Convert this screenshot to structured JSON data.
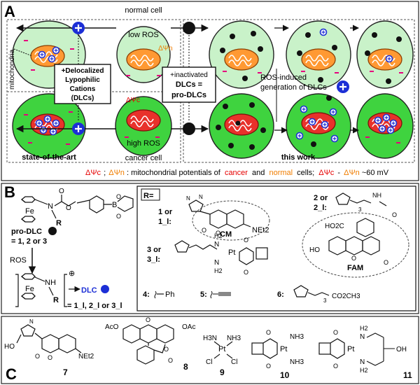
{
  "panel_a": {
    "letter": "A",
    "normal_cell": "normal cell",
    "low_ros": "low ROS",
    "psi_n": "ΔΨn",
    "psi_c": "ΔΨc",
    "mitochondria": "mitochondria",
    "dlc_box": [
      "+Delocalized",
      "Lypophilic",
      "Cations",
      "(DLCs)"
    ],
    "inact_box": [
      "+inactivated",
      "DLCs =",
      "pro-DLCs"
    ],
    "ros_induced": [
      "ROS-induced",
      "generation of DLCs"
    ],
    "high_ros": "high ROS",
    "cancer_cell": "cancer cell",
    "state_of_art": "state-of-the-art",
    "this_work": "this work",
    "legend": {
      "sym_c": "ΔΨc",
      "sep": ";",
      "sym_n": "ΔΨn",
      "mid": ": mitochondrial potentials of",
      "cancer": "cancer",
      "and": "and",
      "normal": "normal",
      "cells": "cells;",
      "eq_c": "ΔΨc",
      "minus": "-",
      "eq_n": "ΔΨn",
      "eq_val": "~60 mV"
    }
  },
  "panel_b": {
    "letter": "B",
    "fe": "Fe",
    "n": "N",
    "o": "O",
    "b": "B",
    "r": "R",
    "pro_dlc": "pro-DLC",
    "pro_dlc_eq": "= 1, 2 or 3",
    "ros": "ROS",
    "nh": "NH",
    "plus": "⊕",
    "dlc": "DLC",
    "dlc_eq": "= 1_l, 2_l or 3_l",
    "r_eq": "R=",
    "label_1": "1 or",
    "label_1l": "1_l:",
    "cm": "CM",
    "net2": "NEt2",
    "label_2": "2 or",
    "label_2l": "2_l:",
    "fam": "FAM",
    "ho2c": "HO2C",
    "ho": "HO",
    "label_3": "3 or",
    "label_3l": "3_l:",
    "h2": "H2",
    "pt": "Pt",
    "label_4": "4:",
    "ph": "Ph",
    "label_5": "5:",
    "label_6": "6:",
    "co2ch3": "CO2CH3",
    "sub3": "3",
    "sub2": "2"
  },
  "panel_c": {
    "letter": "C",
    "ho": "HO",
    "net2": "NEt2",
    "aco": "AcO",
    "oac": "OAc",
    "h3n": "H3N",
    "nh3": "NH3",
    "cl": "Cl",
    "pt": "Pt",
    "h2": "H2",
    "oh": "OH",
    "o": "O",
    "n": "N",
    "labels": [
      "7",
      "8",
      "9",
      "10",
      "11"
    ]
  },
  "colors": {
    "cell": "#c9f2c9",
    "cancer_cell": "#3fd33f",
    "mito_normal": "#ff9933",
    "mito_cancer": "#e8322b",
    "dlc_blue": "#1c2fd6",
    "membrane_pink": "#e6007e",
    "legend_red": "#e60000",
    "legend_orange": "#f07d00"
  }
}
